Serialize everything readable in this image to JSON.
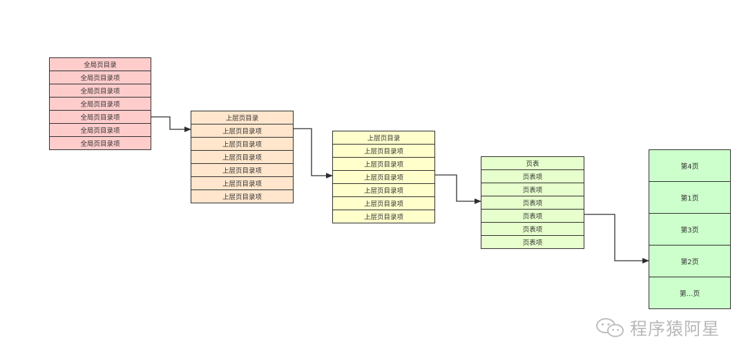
{
  "tables": [
    {
      "id": "global",
      "header": "全局页目录",
      "items": [
        "全局页目录项",
        "全局页目录项",
        "全局页目录项",
        "全局页目录项",
        "全局页目录项",
        "全局页目录项"
      ],
      "color": "#ffcccc"
    },
    {
      "id": "upper1",
      "header": "上层页目录",
      "items": [
        "上层页目录项",
        "上层页目录项",
        "上层页目录项",
        "上层页目录项",
        "上层页目录项",
        "上层页目录项"
      ],
      "color": "#ffe6cc"
    },
    {
      "id": "upper2",
      "header": "上层页目录",
      "items": [
        "上层页目录项",
        "上层页目录项",
        "上层页目录项",
        "上层页目录项",
        "上层页目录项",
        "上层页目录项"
      ],
      "color": "#ffffcc"
    },
    {
      "id": "pagetable",
      "header": "页表",
      "items": [
        "页表项",
        "页表项",
        "页表项",
        "页表项",
        "页表项",
        "页表项"
      ],
      "color": "#e6ffcc"
    }
  ],
  "pages": {
    "items": [
      "第4页",
      "第1页",
      "第3页",
      "第2页",
      "第...页"
    ],
    "color": "#ccffcc"
  },
  "watermark": {
    "text": "程序猿阿星",
    "icon": "wechat-icon"
  },
  "colors": {
    "border": "#2e2e2e",
    "arrow": "#2e2e2e",
    "text": "#333333"
  }
}
